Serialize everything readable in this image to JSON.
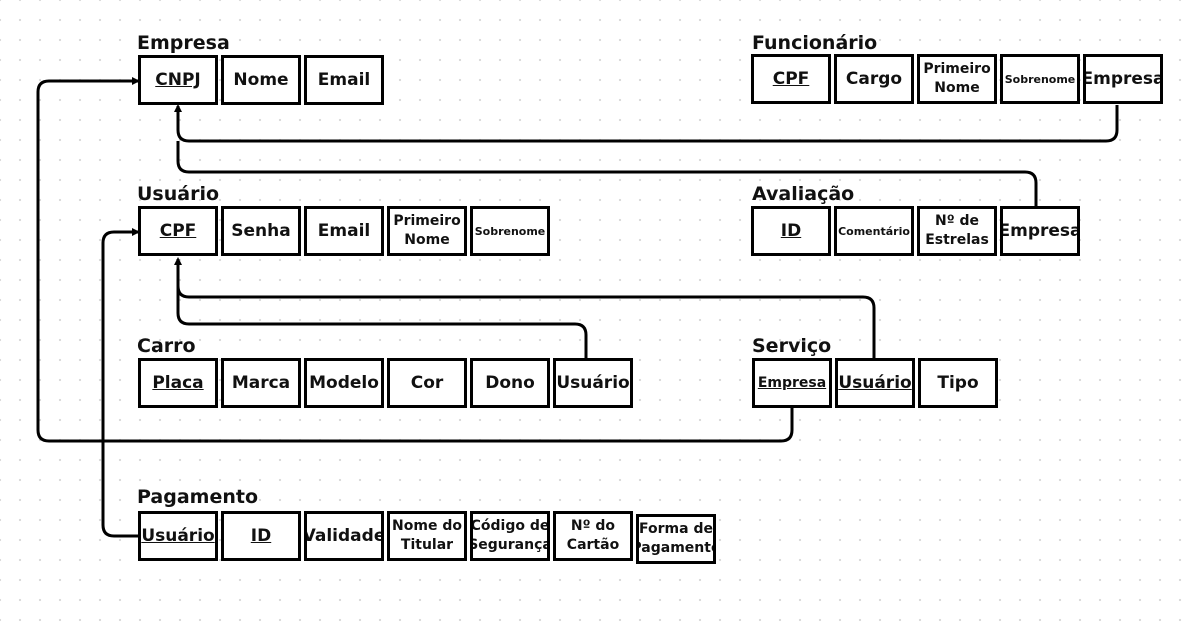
{
  "tables": [
    {
      "id": "empresa",
      "title": "Empresa",
      "fields": [
        {
          "label": "CNPJ",
          "pk": true
        },
        {
          "label": "Nome"
        },
        {
          "label": "Email"
        }
      ]
    },
    {
      "id": "funcionario",
      "title": "Funcionário",
      "fields": [
        {
          "label": "CPF",
          "pk": true
        },
        {
          "label": "Cargo"
        },
        {
          "label": "Primeiro\nNome",
          "size": "s"
        },
        {
          "label": "Sobrenome",
          "size": "xs"
        },
        {
          "label": "Empresa"
        }
      ]
    },
    {
      "id": "usuario",
      "title": "Usuário",
      "fields": [
        {
          "label": "CPF",
          "pk": true
        },
        {
          "label": "Senha"
        },
        {
          "label": "Email"
        },
        {
          "label": "Primeiro\nNome",
          "size": "s"
        },
        {
          "label": "Sobrenome",
          "size": "xs"
        }
      ]
    },
    {
      "id": "avaliacao",
      "title": "Avaliação",
      "fields": [
        {
          "label": "ID",
          "pk": true
        },
        {
          "label": "Comentário",
          "size": "xs"
        },
        {
          "label": "Nº de\nEstrelas",
          "size": "s"
        },
        {
          "label": "Empresa"
        }
      ]
    },
    {
      "id": "carro",
      "title": "Carro",
      "fields": [
        {
          "label": "Placa",
          "pk": true
        },
        {
          "label": "Marca"
        },
        {
          "label": "Modelo"
        },
        {
          "label": "Cor"
        },
        {
          "label": "Dono"
        },
        {
          "label": "Usuário"
        }
      ]
    },
    {
      "id": "servico",
      "title": "Serviço",
      "fields": [
        {
          "label": "Empresa",
          "pk": true,
          "size": "s"
        },
        {
          "label": "Usuário",
          "pk": true
        },
        {
          "label": "Tipo"
        }
      ]
    },
    {
      "id": "pagamento",
      "title": "Pagamento",
      "fields": [
        {
          "label": "Usuário",
          "pk": true
        },
        {
          "label": "ID",
          "pk": true
        },
        {
          "label": "Validade"
        },
        {
          "label": "Nome do\nTitular",
          "size": "s"
        },
        {
          "label": "Código de\nSegurança",
          "size": "s"
        },
        {
          "label": "Nº do\nCartão",
          "size": "s"
        },
        {
          "label": "Forma de\nPagamento",
          "size": "s"
        }
      ]
    }
  ],
  "relationships": [
    {
      "from": "funcionario.Empresa",
      "to": "empresa.CNPJ"
    },
    {
      "from": "avaliacao.Empresa",
      "to": "empresa.CNPJ"
    },
    {
      "from": "servico.Empresa",
      "to": "empresa.CNPJ"
    },
    {
      "from": "carro.Usuário",
      "to": "usuario.CPF"
    },
    {
      "from": "servico.Usuário",
      "to": "usuario.CPF"
    },
    {
      "from": "pagamento.Usuário",
      "to": "usuario.CPF"
    }
  ],
  "colors": {
    "stroke": "#000000",
    "background": "#ffffff",
    "grid_dot": "#d9d9d9"
  }
}
